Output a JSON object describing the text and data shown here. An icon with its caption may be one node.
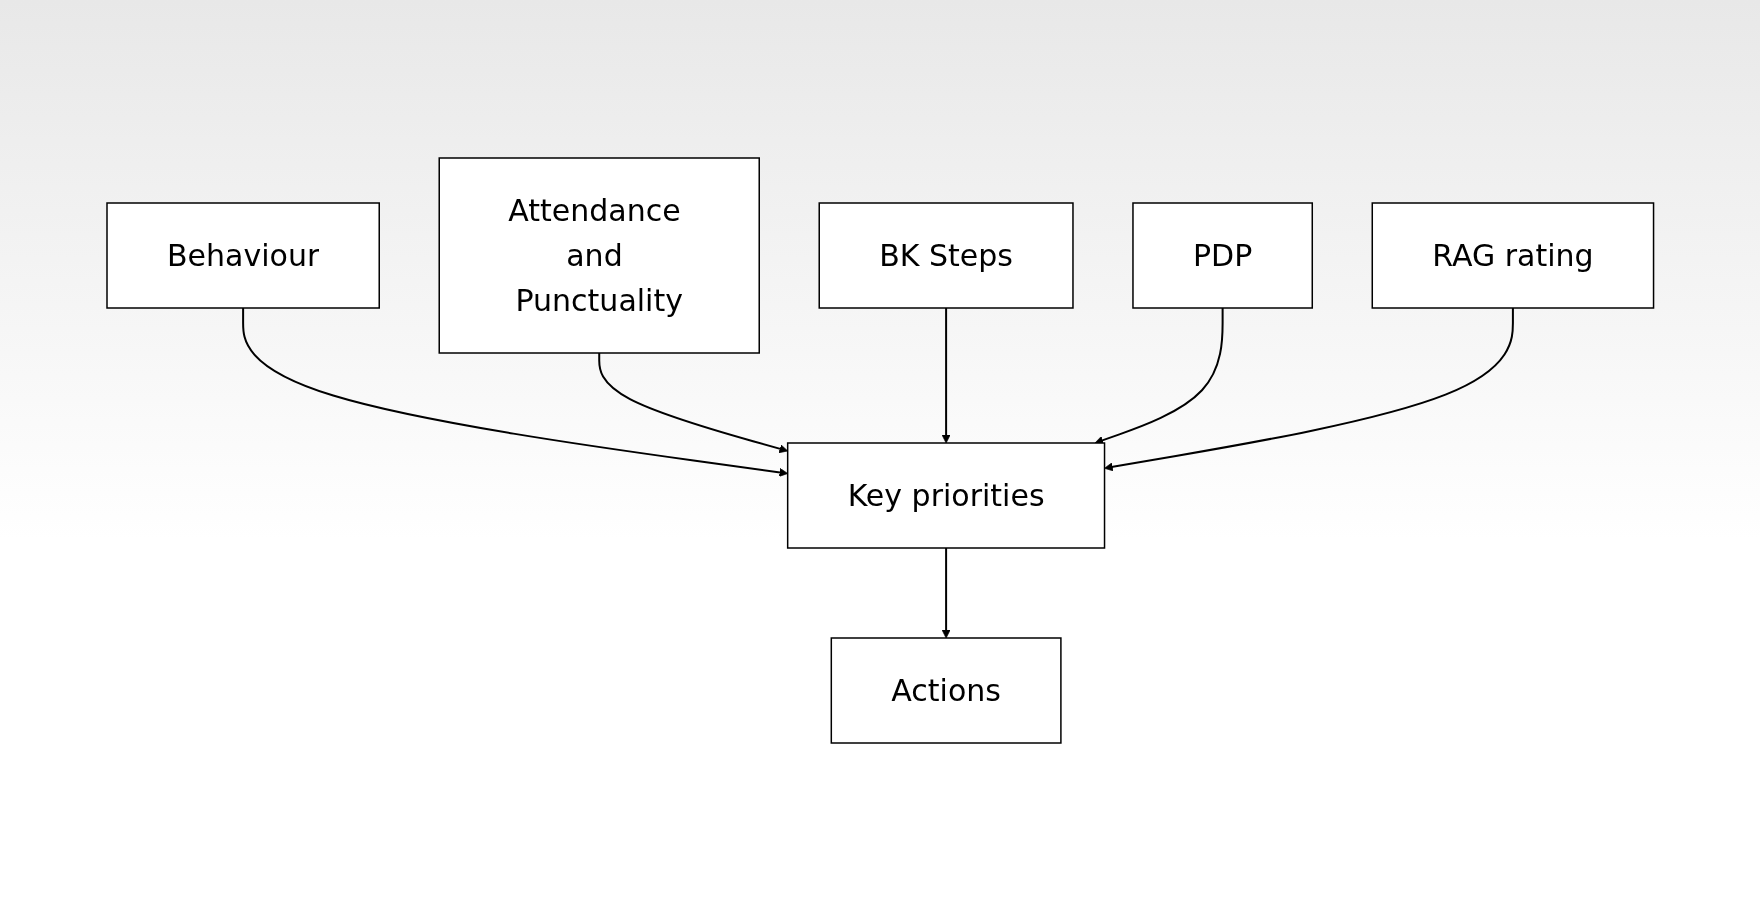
{
  "diagram": {
    "nodes": [
      {
        "text": [
          "Behaviour"
        ]
      },
      {
        "text": [
          "Attendance and Punctuality"
        ]
      },
      {
        "text": [
          "BK Steps"
        ]
      },
      {
        "text": [
          "PDP"
        ]
      },
      {
        "text": [
          "Key priorities"
        ]
      },
      {
        "text": [
          "RAG rating"
        ]
      },
      {
        "text": [
          "Actions"
        ]
      }
    ],
    "edges": [
      {
        "from": 0,
        "to": 4,
        "arrow": "to"
      },
      {
        "from": 1,
        "to": 4,
        "arrow": "to"
      },
      {
        "from": 2,
        "to": 4,
        "arrow": "to"
      },
      {
        "from": 3,
        "to": 4,
        "arrow": "to"
      },
      {
        "from": 5,
        "to": 4,
        "arrow": "to"
      },
      {
        "from": 4,
        "to": 6,
        "arrow": "to"
      }
    ]
  }
}
